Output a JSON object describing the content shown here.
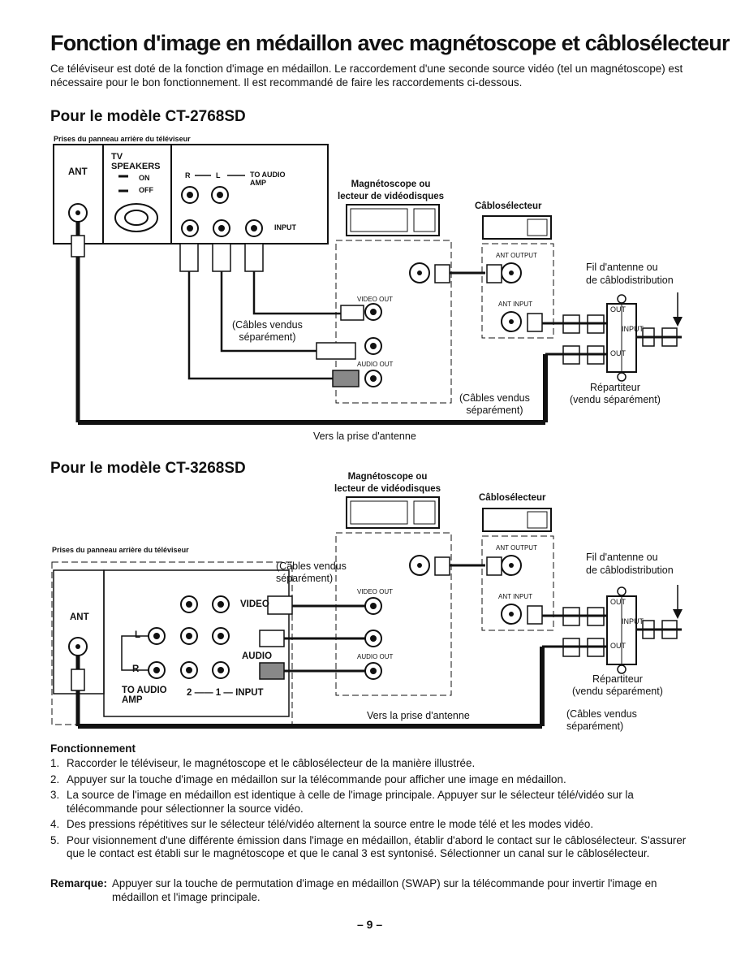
{
  "title": "Fonction d'image en médaillon avec magnétoscope et câblosélecteur",
  "intro": "Ce téléviseur est doté de la fonction d'image en médaillon. Le raccordement d'une seconde source vidéo (tel un magnétoscope) est nécessaire pour le bon fonctionnement. Il est recommandé de faire les raccordements ci-dessous.",
  "diagram1": {
    "heading": "Pour le modèle CT-2768SD",
    "panel_caption": "Prises du panneau arrière du téléviseur",
    "ant": "ANT",
    "tv_speakers": "TV\nSPEAKERS",
    "on": "ON",
    "off": "OFF",
    "r": "R",
    "l": "L",
    "to_audio_amp": "TO AUDIO\nAMP",
    "input": "INPUT",
    "vcr_label": "Magnétoscope ou\nlecteur de vidéodisques",
    "cable_box_label": "Câblosélecteur",
    "ant_output": "ANT OUTPUT",
    "ant_input": "ANT INPUT",
    "video_out": "VIDEO OUT",
    "audio_out": "AUDIO OUT",
    "cables_sold_separately": "(Câbles vendus\nséparément)",
    "cables_sold_separately_2": "(Câbles vendus\nséparément)",
    "antenna_wire": "Fil d'antenne ou\nde câblodistribution",
    "splitter": "Répartiteur\n(vendu séparément)",
    "to_antenna": "Vers la prise d'antenne",
    "out1": "OUT",
    "out2": "OUT",
    "input_sp": "INPUT"
  },
  "diagram2": {
    "heading": "Pour le modèle CT-3268SD",
    "panel_caption": "Prises du panneau arrière du téléviseur",
    "ant": "ANT",
    "vcr_label": "Magnétoscope ou\nlecteur de vidéodisques",
    "cable_box_label": "Câblosélecteur",
    "ant_output": "ANT OUTPUT",
    "ant_input": "ANT INPUT",
    "video_out": "VIDEO OUT",
    "audio_out": "AUDIO OUT",
    "video": "VIDEO",
    "audio": "AUDIO",
    "l": "L",
    "r": "R",
    "to_audio_amp": "TO AUDIO\nAMP",
    "input_row": "2 —— 1 — INPUT",
    "cables_sold_separately": "(Câbles vendus\nséparément)",
    "cables_sold_separately_2": "(Câbles vendus\nséparément)",
    "antenna_wire": "Fil d'antenne ou\nde câblodistribution",
    "splitter": "Répartiteur\n(vendu séparément)",
    "to_antenna": "Vers la prise d'antenne",
    "out1": "OUT",
    "out2": "OUT",
    "input_sp": "INPUT"
  },
  "operation": {
    "title": "Fonctionnement",
    "steps": [
      "Raccorder le téléviseur, le magnétoscope et le câblosélecteur de la manière illustrée.",
      "Appuyer sur la touche d'image en médaillon sur la télécommande pour afficher une image en médaillon.",
      "La source de l'image en médaillon est identique à celle de l'image principale. Appuyer sur le sélecteur télé/vidéo sur la télécommande pour sélectionner la source vidéo.",
      "Des pressions répétitives sur le sélecteur télé/vidéo alternent la source entre le mode télé et les modes vidéo.",
      "Pour visionnement d'une différente émission dans l'image en médaillon, établir d'abord le contact sur le câblosélecteur. S'assurer que le contact est établi sur le magnétoscope et que le canal 3 est syntonisé. Sélectionner un canal sur le câblosélecteur."
    ],
    "step_numbers": [
      "1.",
      "2.",
      "3.",
      "4.",
      "5."
    ]
  },
  "note": {
    "label": "Remarque:",
    "text": "Appuyer sur la touche de permutation d'image en médaillon (SWAP) sur la télécommande pour invertir l'image en médaillon et l'image principale."
  },
  "page_number": "– 9 –"
}
